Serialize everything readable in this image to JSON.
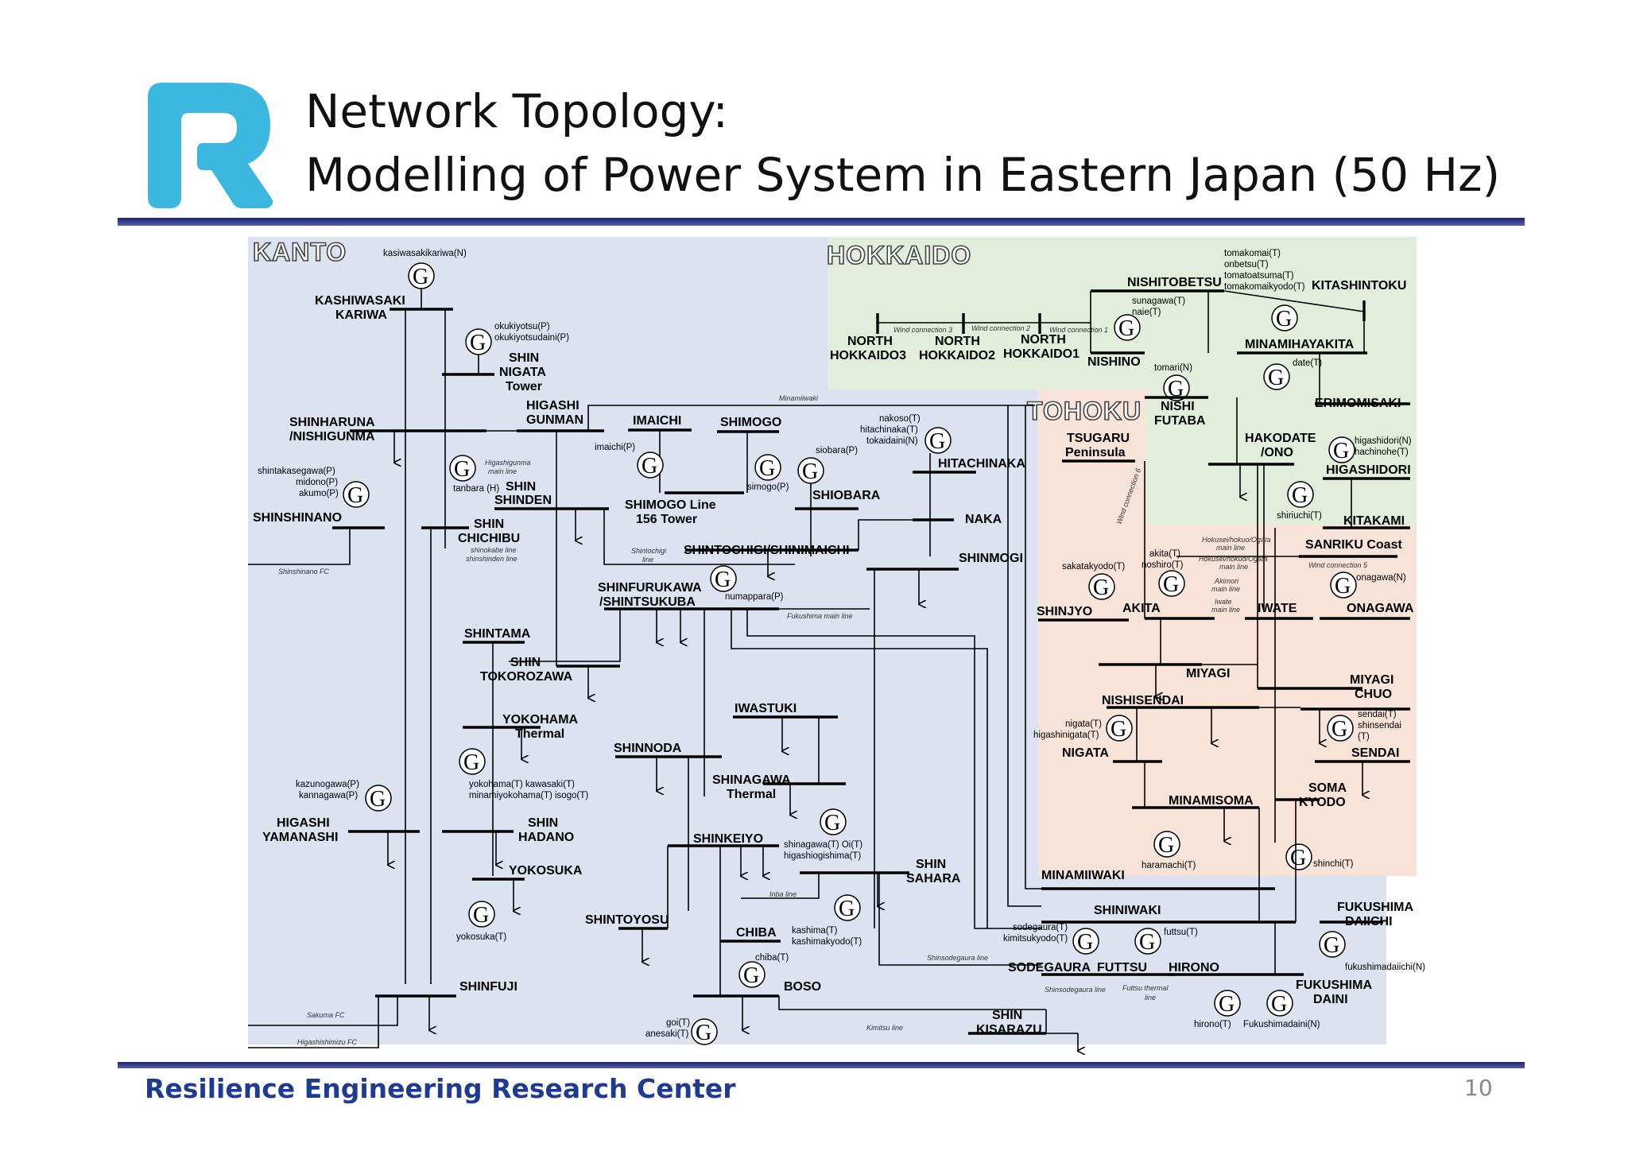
{
  "slide": {
    "title_line1": "Network Topology:",
    "title_line2": "Modelling of Power System in Eastern Japan (50 Hz)",
    "footer": "Resilience Engineering Research Center",
    "page_number": "10"
  },
  "colors": {
    "logo": "#3cb8e0",
    "kanto_bg": "#dce2f0",
    "hokkaido_bg": "#e2eedb",
    "tohoku_bg": "#f8e3d9",
    "footer_text": "#1f3a93",
    "rule": "#2b3282"
  },
  "regions": {
    "kanto": "KANTO",
    "hokkaido": "HOKKAIDO",
    "tohoku": "TOHOKU"
  },
  "nodes": {
    "kashiwazaki": [
      "KASHIWASAKI",
      "KARIWA"
    ],
    "shin_nigata": [
      "SHIN",
      "NIGATA",
      "Tower"
    ],
    "higashi_gunman": [
      "HIGASHI",
      "GUNMAN"
    ],
    "imaichi": "IMAICHI",
    "shimogo": "SHIMOGO",
    "shinharuna": [
      "SHINHARUNA",
      "/NISHIGUNMA"
    ],
    "shin_shinden": [
      "SHIN",
      "SHINDEN"
    ],
    "shimogo_line": [
      "SHIMOGO Line",
      "156 Tower"
    ],
    "shiobara": "SHIOBARA",
    "hitachinaka": "HITACHINAKA",
    "naka": "NAKA",
    "shinshinano": "SHINSHINANO",
    "shin_chichibu": [
      "SHIN",
      "CHICHIBU"
    ],
    "shintochigi": "SHINTOCHIGI/SHINIMAICHI",
    "shinmogi": "SHINMOGI",
    "shinfurukawa": [
      "SHINFURUKAWA",
      "/SHINTSUKUBA"
    ],
    "shintama": "SHINTAMA",
    "shin_tokorozawa": [
      "SHIN",
      "TOKOROZAWA"
    ],
    "yokohama_thermal": [
      "YOKOHAMA",
      "Thermal"
    ],
    "iwastuki": "IWASTUKI",
    "shinnoda": "SHINNODA",
    "shinagawa_thermal": [
      "SHINAGAWA",
      "Thermal"
    ],
    "higashi_yamanashi": [
      "HIGASHI",
      "YAMANASHI"
    ],
    "shin_hadano": [
      "SHIN",
      "HADANO"
    ],
    "yokosuka": "YOKOSUKA",
    "shinkeiyo": "SHINKEIYO",
    "shin_sahara": [
      "SHIN",
      "SAHARA"
    ],
    "shintoyosu": "SHINTOYOSU",
    "chiba": "CHIBA",
    "boso": "BOSO",
    "shinfuji": "SHINFUJI",
    "shin_kisarazu": [
      "SHIN",
      "KISARAZU"
    ],
    "nishitobetsu": "NISHITOBETSU",
    "kitashintoku": "KITASHINTOKU",
    "north_hokkaido3": [
      "NORTH",
      "HOKKAIDO3"
    ],
    "north_hokkaido2": [
      "NORTH",
      "HOKKAIDO2"
    ],
    "north_hokkaido1": [
      "NORTH",
      "HOKKAIDO1"
    ],
    "nishino": "NISHINO",
    "minamihayakita": "MINAMIHAYAKITA",
    "nishi_futaba": [
      "NISHI",
      "FUTABA"
    ],
    "erimomisaki": "ERIMOMISAKI",
    "tsugaru": [
      "TSUGARU",
      "Peninsula"
    ],
    "hakodate": [
      "HAKODATE",
      "/ONO"
    ],
    "higashidori": "HIGASHIDORI",
    "kitakami": "KITAKAMI",
    "sanriku": "SANRIKU Coast",
    "shinjyo": "SHINJYO",
    "akita": "AKITA",
    "iwate": "IWATE",
    "onagawa": "ONAGAWA",
    "miyagi": "MIYAGI",
    "miyagi_chuo": [
      "MIYAGI",
      "CHUO"
    ],
    "nishisendai": "NISHISENDAI",
    "nigata": "NIGATA",
    "sendai": "SENDAI",
    "soma_kyodo": [
      "SOMA",
      "KYODO"
    ],
    "minamisoma": "MINAMISOMA",
    "minamiiwaki": "MINAMIIWAKI",
    "shiniwaki": "SHINIWAKI",
    "fukushima_daiichi": [
      "FUKUSHIMA",
      "DAIICHI"
    ],
    "sodegaura": "SODEGAURA",
    "futtsu": "FUTTSU",
    "hirono": "HIRONO",
    "fukushima_daini": [
      "FUKUSHIMA",
      "DAINI"
    ]
  },
  "gen_labels": {
    "kasiwasakikariwa": "kasiwasakikariwa(N)",
    "okukiyotsu": [
      "okukiyotsu(P)",
      "okukiyotsudaini(P)"
    ],
    "imaichi": "imaichi(P)",
    "tanbara": "tanbara (H)",
    "shintakasegawa": [
      "shintakasegawa(P)",
      "midono(P)",
      "akumo(P)"
    ],
    "simogo": "simogo(P)",
    "siobara": "siobara(P)",
    "nakoso": [
      "nakoso(T)",
      "hitachinaka(T)",
      "tokaidaini(N)"
    ],
    "numappara": "numappara(P)",
    "yokohama": [
      "yokohama(T)   kawasaki(T)",
      "minamiyokohama(T) isogo(T)"
    ],
    "kazunogawa": [
      "kazunogawa(P)",
      "kannagawa(P)"
    ],
    "shinagawa": [
      "shinagawa(T) Oi(T)",
      "higashiogishima(T)"
    ],
    "yokosuka": "yokosuka(T)",
    "kashima": [
      "kashima(T)",
      "kashimakyodo(T)"
    ],
    "chiba": "chiba(T)",
    "goi": [
      "goi(T)",
      "anesaki(T)"
    ],
    "tomakomai": [
      "tomakomai(T)",
      "onbetsu(T)",
      "tomatoatsuma(T)",
      "tomakomaikyodo(T)"
    ],
    "sunagawa": [
      "sunagawa(T)",
      "naie(T)"
    ],
    "tomari": "tomari(N)",
    "date": "date(T)",
    "higashidori": [
      "higashidori(N)",
      "hachinohe(T)"
    ],
    "shiriuchi": "shiriuchi(T)",
    "sakatakyodo": "sakatakyodo(T)",
    "akita": [
      "akita(T)",
      "noshiro(T)"
    ],
    "onagawa": "onagawa(N)",
    "nigata": [
      "nigata(T)",
      "higashinigata(T)"
    ],
    "sendai": [
      "sendai(T)",
      "shinsendai",
      "(T)"
    ],
    "haramachi": "haramachi(T)",
    "shinchi": "shinchi(T)",
    "sodegaura": [
      "sodegaura(T)",
      "kimitsukyodo(T)"
    ],
    "futtsu": "futtsu(T)",
    "fukushimadaiichi": "fukushimadaiichi(N)",
    "hirono": "hirono(T)",
    "fukushimadaini": "Fukushimadaini(N)"
  },
  "line_labels": {
    "minamiiwaki_line": "Minamiiwaki",
    "higashigunma": [
      "Higashigunma",
      "main line"
    ],
    "shinshinano_fc": "Shinshinano FC",
    "shinokabe": [
      "shinokabe line",
      "shinshinden line"
    ],
    "shintochigi": [
      "Shintochigi",
      "line"
    ],
    "fukushima_main": "Fukushima main line",
    "sakuma_fc": "Sakuma FC",
    "higashishimizu_fc": "Higashishimizu FC",
    "inba": "Inba line",
    "shinsodegaura": "Shinsodegaura line",
    "kimitsu": "Kimitsu line",
    "shinsodegaura2": "Shinsodegaura line",
    "futtsu_thermal": [
      "Futtsu thermal",
      "line"
    ],
    "wind3": "Wind connection 3",
    "wind2": "Wind connection 2",
    "wind1": "Wind connection 1",
    "wind5": "Wind connection 5",
    "wind6": "Wind connection 6",
    "hokusei": [
      "Hokusei/hokuo/Ogata",
      "main line",
      "Hokusei/hokuo/Ogata",
      "main line"
    ],
    "akimori": [
      "Akimori",
      "main line"
    ],
    "iwate": [
      "Iwate",
      "main line"
    ]
  }
}
